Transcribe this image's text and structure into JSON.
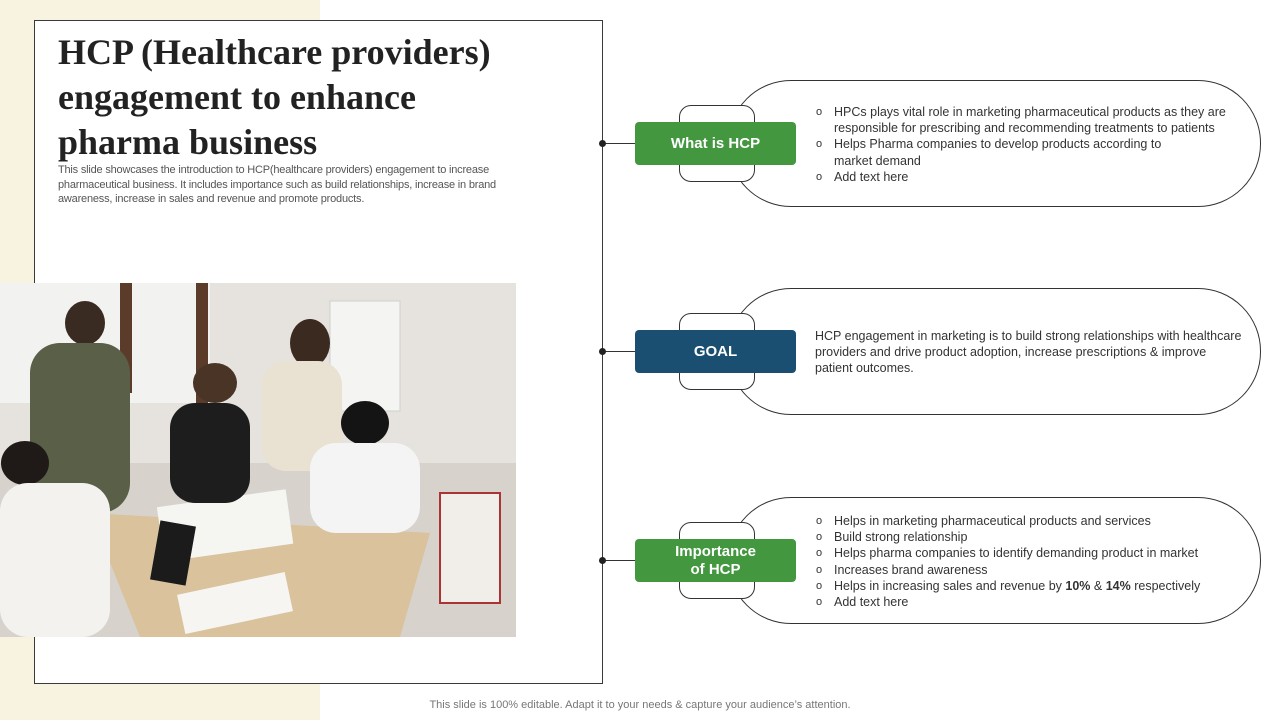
{
  "slide": {
    "title": "HCP (Healthcare providers) engagement to enhance pharma business",
    "subtitle": "This slide showcases the introduction to HCP(healthcare providers) engagement to increase pharmaceutical business. It includes importance such as build relationships, increase in brand awareness, increase in sales and revenue and promote products.",
    "footer": "This slide is 100% editable. Adapt it to your needs & capture your audience’s attention."
  },
  "colors": {
    "green": "#43973f",
    "navy": "#1b4f71",
    "cream": "#f8f3e0"
  },
  "sections": [
    {
      "label": "What is HCP",
      "items": [
        "HPCs plays vital role in marketing pharmaceutical products as they are responsible for prescribing and recommending treatments to patients",
        "Helps Pharma companies to develop  products according to market demand",
        "Add text here"
      ]
    },
    {
      "label": "GOAL",
      "paragraph": "HCP engagement in marketing is to build strong relationships with healthcare providers and drive product adoption, increase prescriptions & improve patient outcomes."
    },
    {
      "label_line1": "Importance",
      "label_line2": "of HCP",
      "items": [
        "Helps in marketing pharmaceutical products and services",
        "Build strong relationship",
        "Helps pharma companies to identify demanding  product in market",
        "Increases brand awareness"
      ],
      "sales_item": {
        "prefix": "Helps in increasing sales and revenue  by ",
        "value1": "10%",
        "joiner": " & ",
        "value2": "14%",
        "suffix": " respectively"
      },
      "last_item": "Add text here"
    }
  ]
}
